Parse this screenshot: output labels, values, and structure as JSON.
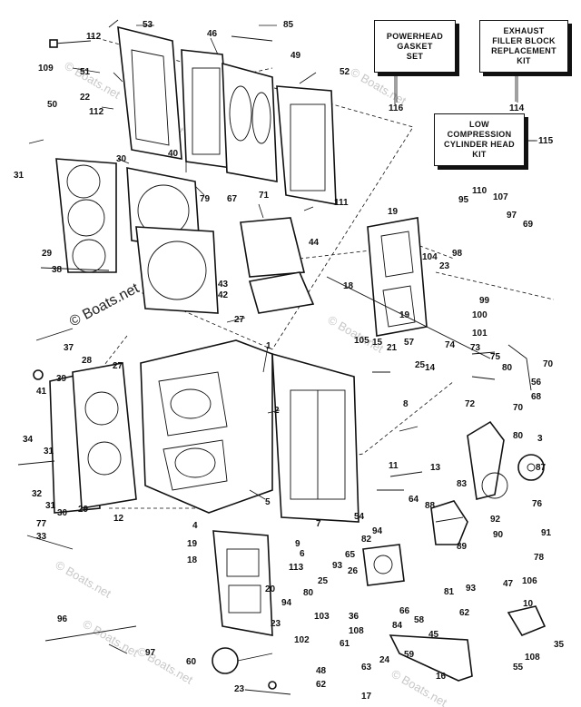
{
  "watermark": "© Boats.net",
  "kits": [
    {
      "id": "powerhead",
      "text": "POWERHEAD\nGASKET\nSET",
      "number": "116"
    },
    {
      "id": "exhaust",
      "text": "EXHAUST\nFILLER BLOCK\nREPLACEMENT\nKIT",
      "number": "114"
    },
    {
      "id": "lowcomp",
      "text": "LOW\nCOMPRESSION\nCYLINDER HEAD\nKIT",
      "number": "115"
    }
  ],
  "callouts": [
    "53",
    "112",
    "85",
    "109",
    "51",
    "46",
    "49",
    "52",
    "50",
    "22",
    "112",
    "31",
    "30",
    "40",
    "79",
    "67",
    "71",
    "111",
    "19",
    "110",
    "107",
    "95",
    "97",
    "69",
    "29",
    "44",
    "104",
    "23",
    "98",
    "38",
    "43",
    "42",
    "18",
    "19",
    "99",
    "100",
    "27",
    "101",
    "37",
    "105",
    "15",
    "21",
    "57",
    "74",
    "73",
    "75",
    "39",
    "28",
    "27",
    "1",
    "25",
    "14",
    "80",
    "56",
    "70",
    "68",
    "41",
    "2",
    "8",
    "72",
    "70",
    "80",
    "34",
    "31",
    "3",
    "87",
    "32",
    "31",
    "30",
    "29",
    "11",
    "13",
    "83",
    "76",
    "12",
    "5",
    "64",
    "88",
    "91",
    "77",
    "33",
    "54",
    "94",
    "4",
    "92",
    "90",
    "9",
    "7",
    "6",
    "82",
    "89",
    "78",
    "19",
    "18",
    "113",
    "65",
    "93",
    "26",
    "20",
    "94",
    "25",
    "80",
    "81",
    "93",
    "47",
    "106",
    "10",
    "103",
    "108",
    "66",
    "62",
    "84",
    "36",
    "96",
    "23",
    "102",
    "61",
    "58",
    "45",
    "35",
    "97",
    "60",
    "59",
    "16",
    "55",
    "108",
    "63",
    "24",
    "48",
    "23",
    "62",
    "17"
  ]
}
